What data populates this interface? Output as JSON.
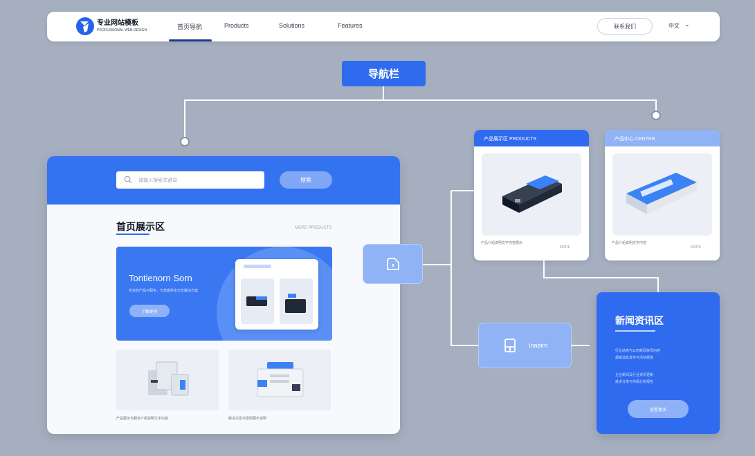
{
  "navbar": {
    "logo_text": "专业网站模板",
    "logo_sub": "PROFESSIONAL WEB DESIGN",
    "items": [
      "首页导航",
      "Products",
      "Solutions",
      "Features"
    ],
    "button_label": "联系我们",
    "lang": "中文"
  },
  "nav_label": "导航栏",
  "home": {
    "search_placeholder": "请输入搜索关键词",
    "search_button": "搜索",
    "section_title": "首页展示区",
    "more": "MORE PRODUCTS",
    "hero_title": "Tontienorn Sorn",
    "hero_desc": "专业的产品与服务，为您提供全方位解决方案",
    "hero_button": "了解更多",
    "card_captions": [
      "产品展示与服务介绍说明文字内容",
      "解决方案与案例展示说明"
    ]
  },
  "products": [
    {
      "header": "产品展示区 PRODUCTS",
      "caption": "产品介绍说明文字内容展示",
      "more": "MORE"
    },
    {
      "header": "产品中心 CENTER",
      "caption": "产品介绍说明文字内容",
      "more": "MORE"
    }
  ],
  "node_2_label": "Inaeim",
  "news": {
    "title": "新闻资讯区",
    "lines": [
      "行业动态与公司新闻资讯内容",
      "最新消息发布与活动报道",
      "企业新闻及行业资讯更新",
      "技术分享与市场分析报告"
    ],
    "button": "查看更多"
  },
  "colors": {
    "background": "#a6afbf",
    "primary": "#2f6bee",
    "node": "#8fb3f5"
  }
}
